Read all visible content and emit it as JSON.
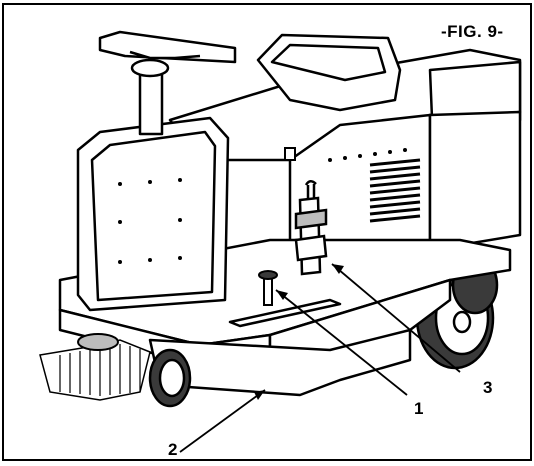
{
  "figure": {
    "title": "-FIG. 9-"
  },
  "callouts": [
    {
      "id": "1",
      "label": "1"
    },
    {
      "id": "2",
      "label": "2"
    },
    {
      "id": "3",
      "label": "3"
    }
  ],
  "colors": {
    "ink": "#000000",
    "paper": "#ffffff",
    "shade": "#bdbdbd",
    "dark": "#3a3a3a"
  }
}
